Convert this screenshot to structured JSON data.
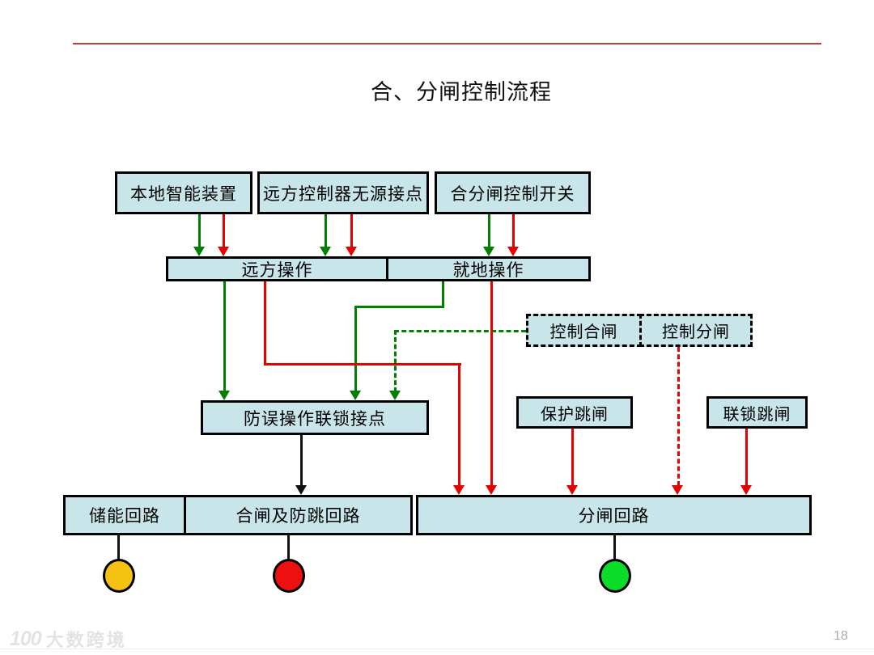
{
  "page": {
    "title": "合、分闸控制流程",
    "page_number": "18"
  },
  "footer": {
    "brand_icon": "100",
    "brand_name": "大数跨境"
  },
  "colors": {
    "box_fill": "#C8E5E9",
    "box_border": "#000000",
    "top_rule": "#C13B40",
    "close_flow_green": "#008000",
    "open_flow_red": "#E60000",
    "neutral_black": "#111111",
    "watermark_gray": "#E3E3E3",
    "page_number_gray": "#ABABAB"
  },
  "diagram": {
    "top_row": [
      {
        "label": "本地智能装置"
      },
      {
        "label": "远方控制器无源接点"
      },
      {
        "label": "合分闸控制开关"
      }
    ],
    "operation_bar": {
      "remote": "远方操作",
      "local": "就地操作"
    },
    "control_commands": {
      "close": "控制合闸",
      "open": "控制分闸"
    },
    "interlock_label": "防误操作联锁接点",
    "trips": {
      "protection": "保护跳闸",
      "interlock": "联锁跳闸"
    },
    "circuits": {
      "energy": "储能回路",
      "closing": "合闸及防跳回路",
      "opening": "分闸回路"
    },
    "lamps": [
      {
        "name": "yellow-lamp",
        "color": "#F5C211"
      },
      {
        "name": "red-lamp",
        "color": "#EE1010"
      },
      {
        "name": "green-lamp",
        "color": "#0ADC28"
      }
    ]
  }
}
